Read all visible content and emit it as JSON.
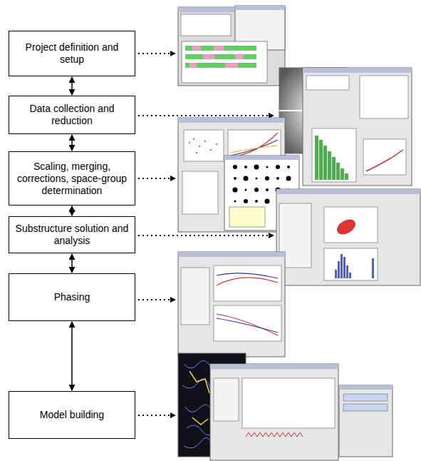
{
  "diagram": {
    "nodes": [
      {
        "text": [
          "Project definition and setup"
        ]
      },
      {
        "text": [
          "Data collection and reduction"
        ]
      },
      {
        "text": [
          "Scaling, merging, corrections, space-group determination"
        ]
      },
      {
        "text": [
          "Substructure solution and analysis"
        ]
      },
      {
        "text": [
          "Phasing"
        ]
      },
      {
        "text": [
          "Model building"
        ]
      }
    ],
    "edges": [
      {
        "from": 0,
        "to": 1,
        "arrow": "both"
      },
      {
        "from": 1,
        "to": 2,
        "arrow": "both"
      },
      {
        "from": 2,
        "to": 3,
        "arrow": "both"
      },
      {
        "from": 3,
        "to": 4,
        "arrow": "both"
      },
      {
        "from": 4,
        "to": 5,
        "arrow": "both"
      }
    ]
  }
}
